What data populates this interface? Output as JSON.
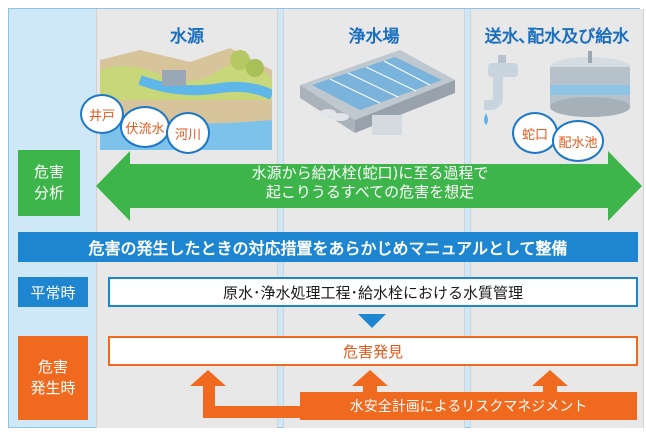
{
  "columns": [
    {
      "title": "水源"
    },
    {
      "title": "浄水場"
    },
    {
      "title": "送水､配水及び給水"
    }
  ],
  "bubbles": {
    "well": "井戸",
    "subsurface": "伏流水",
    "river": "河川",
    "tap": "蛇口",
    "reservoir": "配水池"
  },
  "hazard_analysis": {
    "label_line1": "危害",
    "label_line2": "分析",
    "arrow_line1": "水源から給水栓(蛇口)に至る過程で",
    "arrow_line2": "起こりうるすべての危害を想定"
  },
  "manual_banner": "危害の発生したときの対応措置をあらかじめマニュアルとして整備",
  "normal": {
    "label": "平常時",
    "text": "原水･浄水処理工程･給水栓における水質管理"
  },
  "occurrence": {
    "label_line1": "危害",
    "label_line2": "発生時",
    "text": "危害発見"
  },
  "risk_management": "水安全計画によるリスクマネジメント",
  "colors": {
    "green": "#3db54a",
    "blue": "#1e86d0",
    "orange": "#ef6a1e"
  }
}
